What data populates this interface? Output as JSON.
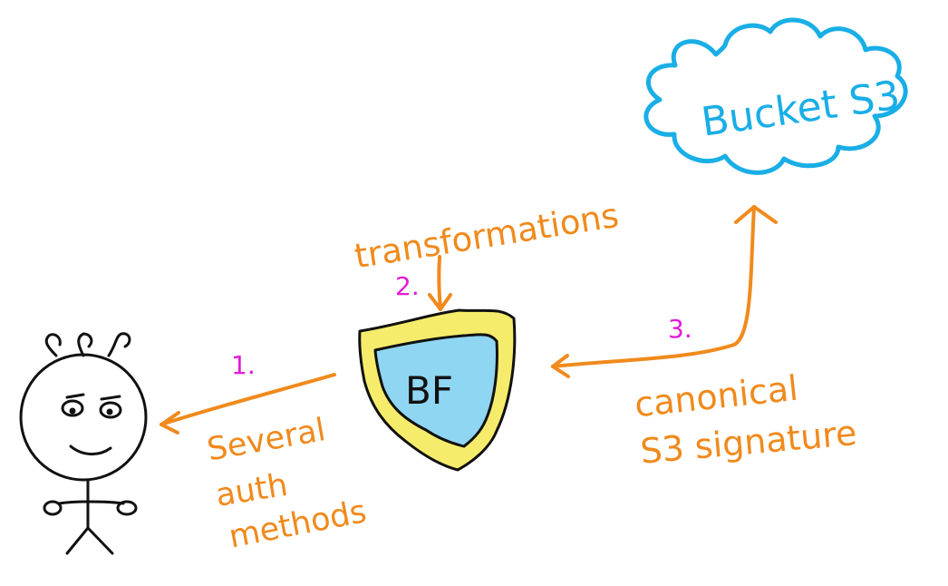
{
  "colors": {
    "orange": "#f08a1c",
    "magenta": "#e41ad8",
    "cloud_blue": "#19aee6",
    "shield_yellow": "#f6ec6b",
    "shield_inner_blue": "#8fd6f3",
    "ink": "#111111"
  },
  "cloud": {
    "label": "Bucket S3"
  },
  "shield": {
    "label": "BF"
  },
  "steps": {
    "auth": {
      "number": "1.",
      "lines": [
        "Several",
        "auth",
        "methods"
      ]
    },
    "transform": {
      "number": "2.",
      "label": "transformations"
    },
    "signature": {
      "number": "3.",
      "lines": [
        "canonical",
        "S3 signature"
      ]
    }
  },
  "icons": {
    "user": "stick-figure-user-icon",
    "shield": "shield-icon",
    "cloud": "cloud-icon"
  }
}
